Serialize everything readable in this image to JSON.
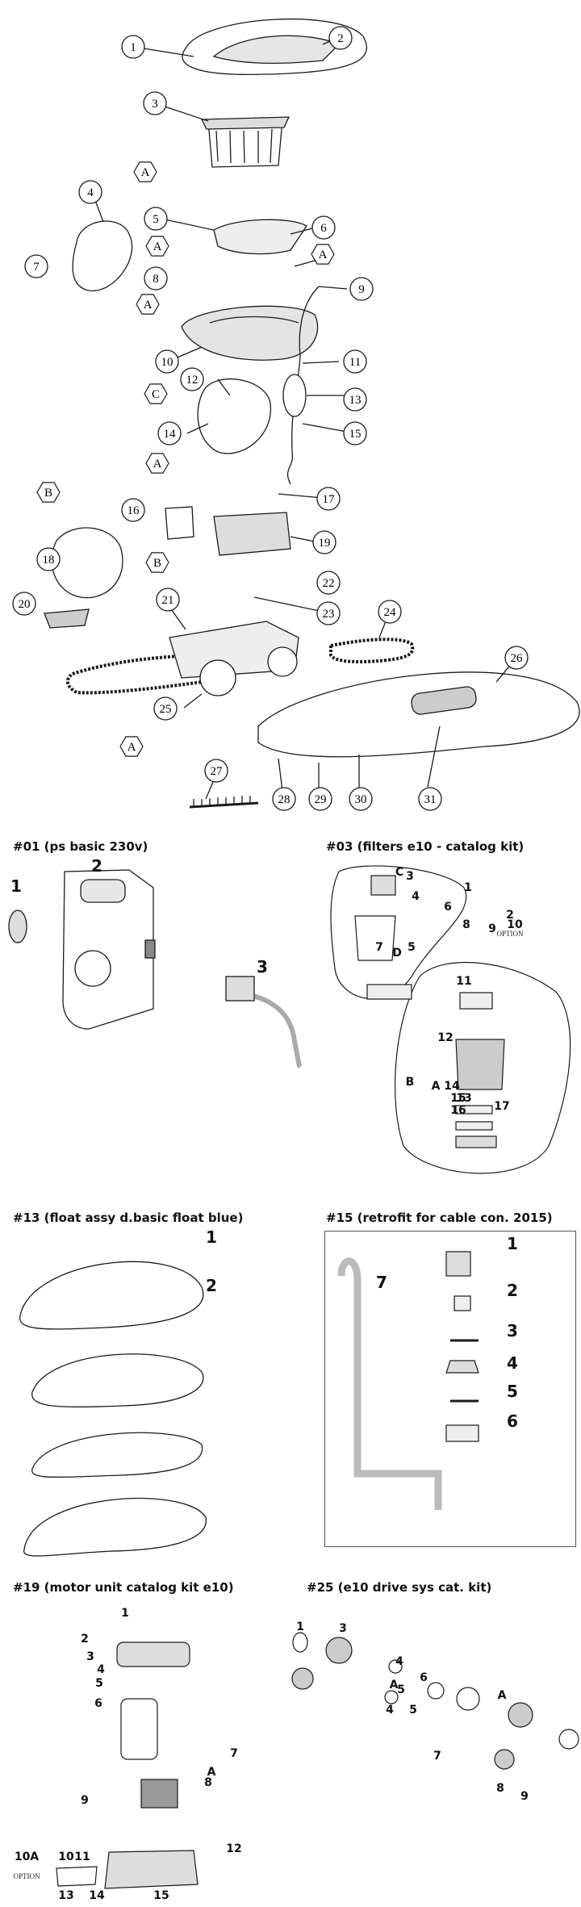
{
  "main_diagram": {
    "callouts": [
      "1",
      "2",
      "3",
      "4",
      "5",
      "6",
      "7",
      "8",
      "9",
      "10",
      "11",
      "12",
      "13",
      "14",
      "15",
      "16",
      "17",
      "18",
      "19",
      "20",
      "21",
      "22",
      "23",
      "24",
      "25",
      "26",
      "27",
      "28",
      "29",
      "30",
      "31"
    ],
    "hex_labels": [
      "A",
      "A",
      "A",
      "A",
      "A",
      "A",
      "B",
      "B",
      "C"
    ]
  },
  "sections": {
    "s01": {
      "title": "#01 (ps basic 230v)",
      "labels": [
        "1",
        "2",
        "3"
      ]
    },
    "s03": {
      "title": "#03 (filters e10 - catalog kit)",
      "labels": [
        "1",
        "2",
        "3",
        "4",
        "5",
        "6",
        "7",
        "8",
        "9",
        "10",
        "11",
        "12",
        "13",
        "14",
        "15",
        "16",
        "17",
        "A",
        "B",
        "C",
        "D"
      ],
      "option": "OPTION"
    },
    "s13": {
      "title": "#13 (float assy d.basic float blue)",
      "labels": [
        "1",
        "2"
      ]
    },
    "s15": {
      "title": "#15 (retrofit for cable con. 2015)",
      "labels": [
        "1",
        "2",
        "3",
        "4",
        "5",
        "6",
        "7"
      ]
    },
    "s19": {
      "title": "#19 (motor unit catalog kit e10)",
      "labels": [
        "1",
        "2",
        "3",
        "4",
        "5",
        "6",
        "7",
        "A",
        "8",
        "9",
        "10A",
        "10",
        "11",
        "12",
        "13",
        "14",
        "15"
      ],
      "option": "OPTION"
    },
    "s25": {
      "title": "#25 (e10 drive sys cat. kit)",
      "labels": [
        "1",
        "3",
        "4",
        "5",
        "6",
        "A",
        "4",
        "5",
        "7",
        "A",
        "8",
        "9"
      ]
    }
  },
  "colors": {
    "line": "#1a1a1a",
    "fill": "#ffffff",
    "shade": "#d9d9d9",
    "dark": "#555555"
  }
}
